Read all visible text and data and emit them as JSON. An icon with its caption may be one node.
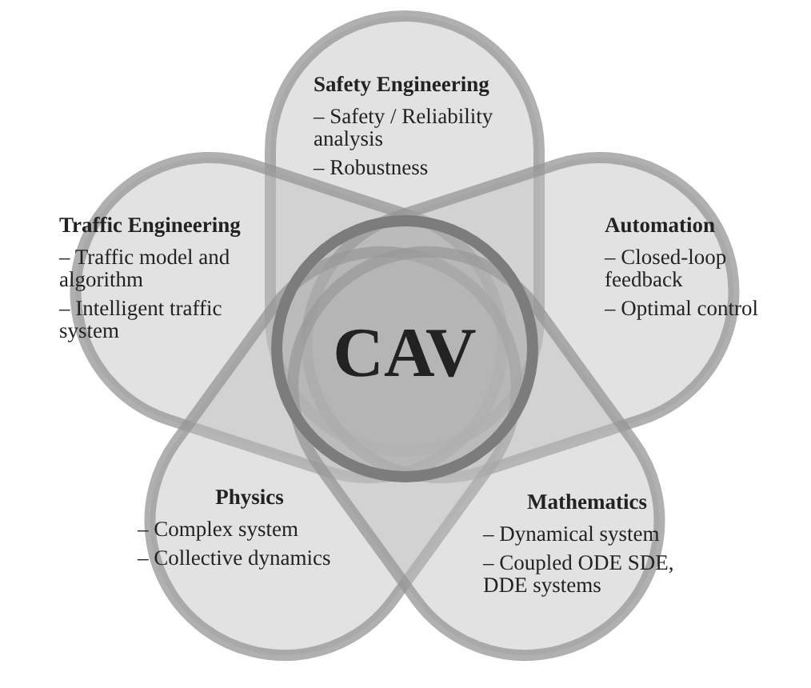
{
  "diagram": {
    "nodes": [
      {
        "text": [
          "Safety Engineering",
          "– Safety / Reliability analysis",
          "– Robustness"
        ]
      },
      {
        "text": [
          "Traffic Engineering",
          "– Traffic model and algorithm",
          "– Intelligent traffic system"
        ]
      },
      {
        "text": [
          "Automation",
          "– Closed-loop feedback",
          "– Optimal control"
        ]
      },
      {
        "text": [
          "CAV"
        ]
      },
      {
        "text": [
          "Physics",
          "– Complex system",
          "– Collective dynamics"
        ]
      },
      {
        "text": [
          "Mathematics",
          "– Dynamical system",
          "– Coupled ODE SDE, DDE systems"
        ]
      }
    ],
    "edges": []
  }
}
